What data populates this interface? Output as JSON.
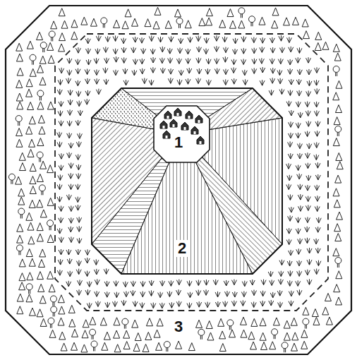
{
  "diagram": {
    "nodes": [
      {
        "text": [
          "3"
        ]
      },
      {
        "text": [
          "2"
        ],
        "in": 0
      },
      {
        "text": [
          "1"
        ],
        "in": 1
      }
    ]
  }
}
